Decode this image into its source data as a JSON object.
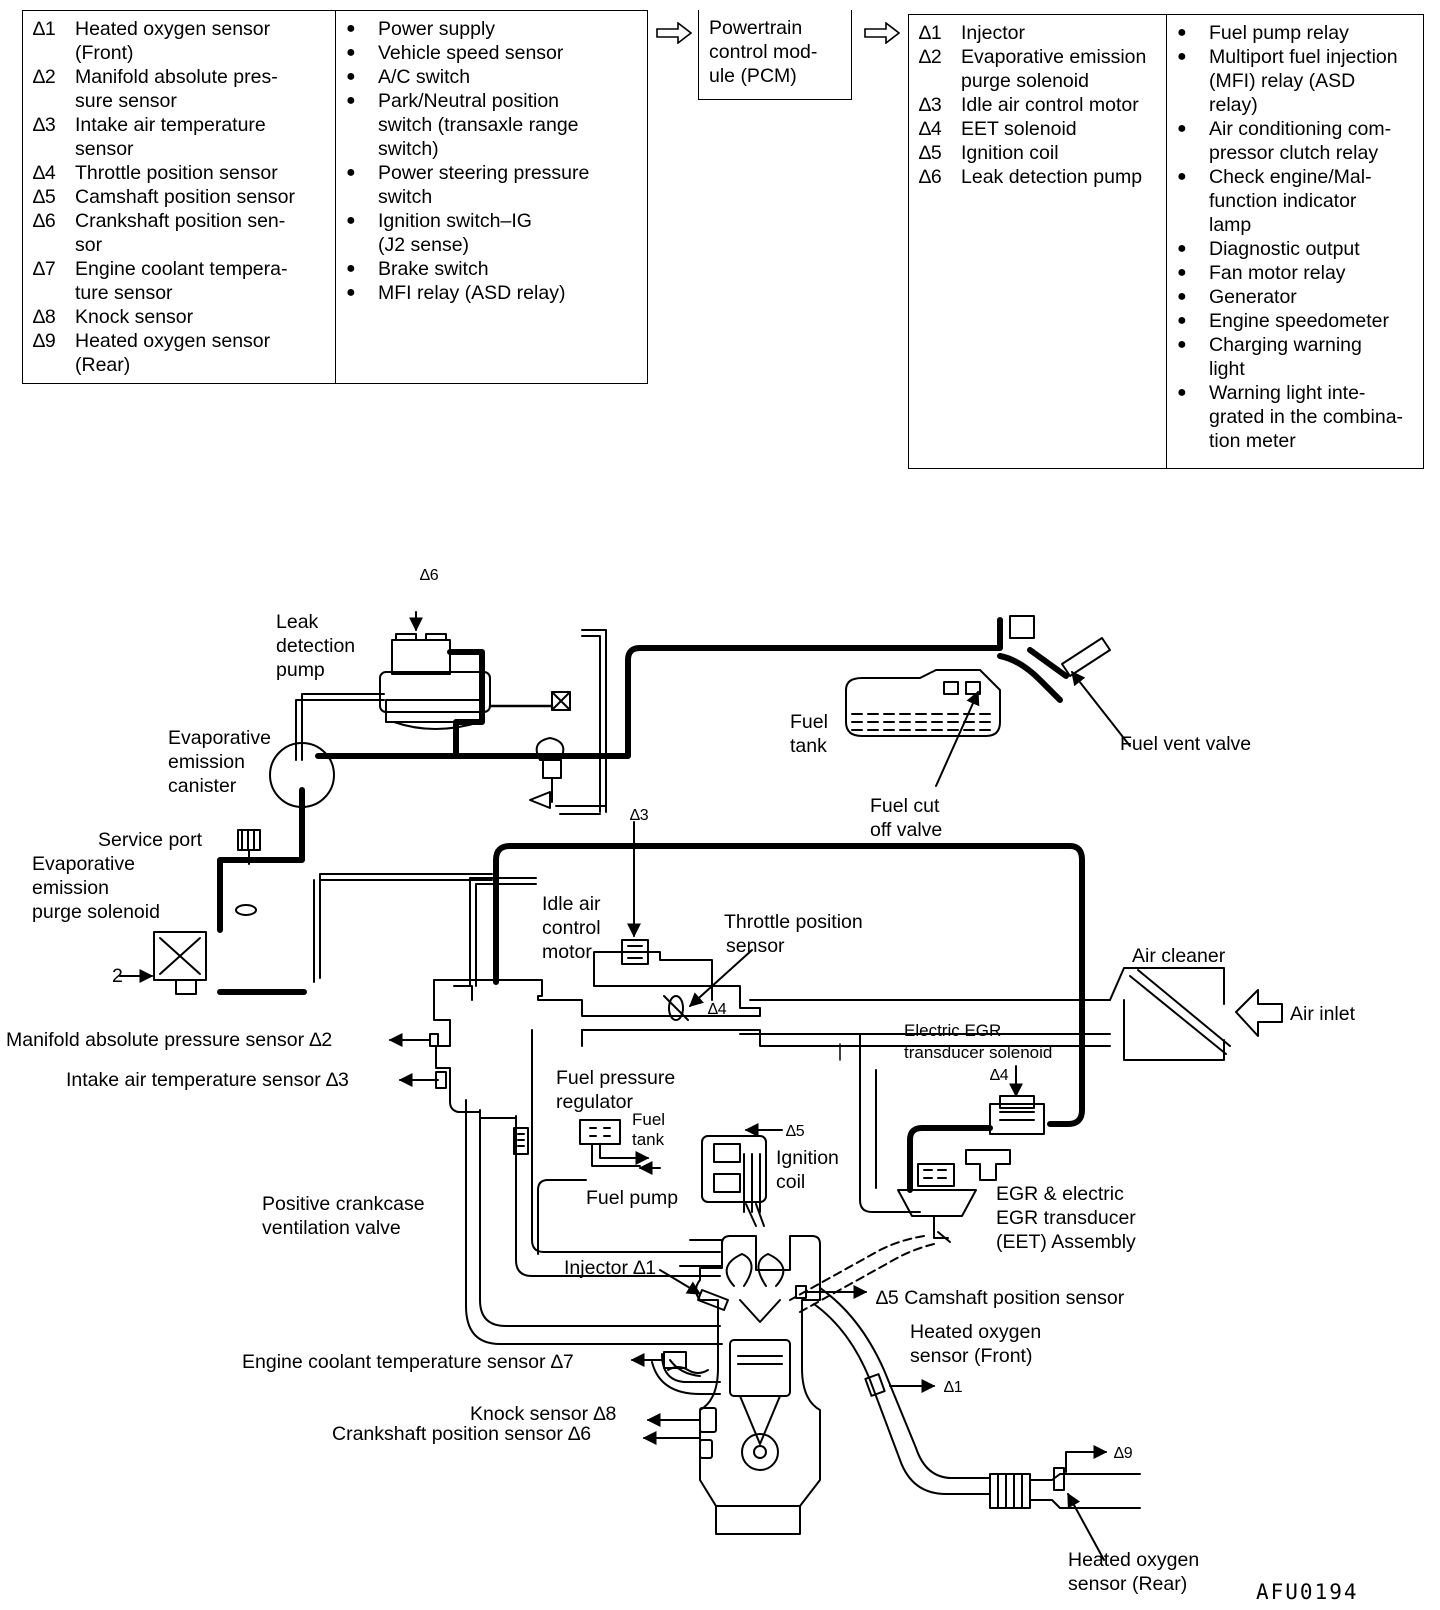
{
  "sensors": [
    {
      "tag": "∆1",
      "lines": [
        "Heated oxygen sensor",
        "(Front)"
      ]
    },
    {
      "tag": "∆2",
      "lines": [
        "Manifold absolute pres-",
        "sure sensor"
      ]
    },
    {
      "tag": "∆3",
      "lines": [
        "Intake air temperature",
        "sensor"
      ]
    },
    {
      "tag": "∆4",
      "lines": [
        "Throttle position sensor"
      ]
    },
    {
      "tag": "∆5",
      "lines": [
        "Camshaft position sensor"
      ]
    },
    {
      "tag": "∆6",
      "lines": [
        "Crankshaft position sen-",
        "sor"
      ]
    },
    {
      "tag": "∆7",
      "lines": [
        "Engine coolant tempera-",
        "ture sensor"
      ]
    },
    {
      "tag": "∆8",
      "lines": [
        "Knock sensor"
      ]
    },
    {
      "tag": "∆9",
      "lines": [
        "Heated oxygen sensor",
        "(Rear)"
      ]
    }
  ],
  "inputs": [
    {
      "lines": [
        "Power supply"
      ]
    },
    {
      "lines": [
        "Vehicle speed sensor"
      ]
    },
    {
      "lines": [
        "A/C switch"
      ]
    },
    {
      "lines": [
        "Park/Neutral position",
        "switch (transaxle range",
        "switch)"
      ]
    },
    {
      "lines": [
        "Power steering pressure",
        "switch"
      ]
    },
    {
      "lines": [
        "Ignition switch–IG",
        "(J2 sense)"
      ]
    },
    {
      "lines": [
        "Brake switch"
      ]
    },
    {
      "lines": [
        "MFI relay (ASD relay)"
      ]
    }
  ],
  "pcm": {
    "lines": [
      "Powertrain",
      "control mod-",
      "ule (PCM)"
    ]
  },
  "actuators": [
    {
      "tag": "∆1",
      "lines": [
        "Injector"
      ]
    },
    {
      "tag": "∆2",
      "lines": [
        "Evaporative emission",
        "purge solenoid"
      ]
    },
    {
      "tag": "∆3",
      "lines": [
        "Idle air control motor"
      ]
    },
    {
      "tag": "∆4",
      "lines": [
        "EET solenoid"
      ]
    },
    {
      "tag": "∆5",
      "lines": [
        "Ignition coil"
      ]
    },
    {
      "tag": "∆6",
      "lines": [
        "Leak detection pump"
      ]
    }
  ],
  "outputs": [
    {
      "lines": [
        "Fuel pump relay"
      ]
    },
    {
      "lines": [
        "Multiport fuel injection",
        "(MFI) relay (ASD",
        "relay)"
      ]
    },
    {
      "lines": [
        "Air conditioning com-",
        "pressor clutch relay"
      ]
    },
    {
      "lines": [
        "Check engine/Mal-",
        "function indicator",
        "lamp"
      ]
    },
    {
      "lines": [
        "Diagnostic output"
      ]
    },
    {
      "lines": [
        "Fan motor relay"
      ]
    },
    {
      "lines": [
        "Generator"
      ]
    },
    {
      "lines": [
        "Engine speedometer"
      ]
    },
    {
      "lines": [
        "Charging warning",
        "light"
      ]
    },
    {
      "lines": [
        "Warning light inte-",
        "grated in the combina-",
        "tion meter"
      ]
    }
  ],
  "bullet": "●",
  "labels": {
    "star6_top": "∆6",
    "leak_pump": [
      "Leak",
      "detection",
      "pump"
    ],
    "canister": [
      "Evaporative",
      "emission",
      "canister"
    ],
    "service_port": "Service port",
    "purge_solenoid": [
      "Evaporative",
      "emission",
      "purge solenoid"
    ],
    "two": "2",
    "fuel_tank": [
      "Fuel",
      "tank"
    ],
    "fuel_vent": "Fuel vent valve",
    "fuel_cut": [
      "Fuel cut",
      "off valve"
    ],
    "star3_top": "∆3",
    "iac_motor": [
      "Idle air",
      "control",
      "motor"
    ],
    "tps": [
      "Throttle position",
      "sensor"
    ],
    "star4_tps": "∆4",
    "air_cleaner": "Air cleaner",
    "air_inlet": "Air inlet",
    "map_sensor": "Manifold absolute pressure sensor ∆2",
    "iat_sensor": "Intake air temperature sensor ∆3",
    "egr_solenoid": [
      "Electric EGR",
      "transducer solenoid"
    ],
    "star4_egr": "∆4",
    "fpr": [
      "Fuel pressure",
      "regulator"
    ],
    "fuel_tank_small": [
      "Fuel",
      "tank"
    ],
    "fuel_pump": "Fuel pump",
    "star5_coil": "∆5",
    "ign_coil": [
      "Ignition",
      "coil"
    ],
    "egr_assembly": [
      "EGR & electric",
      "EGR transducer",
      "(EET) Assembly"
    ],
    "pcv": [
      "Positive crankcase",
      "ventilation valve"
    ],
    "injector": "Injector ∆1",
    "cam_sensor": "∆5 Camshaft position sensor",
    "ho2_front": [
      "Heated oxygen",
      "sensor (Front)"
    ],
    "star1_o2": "∆1",
    "ect_sensor": "Engine coolant temperature sensor ∆7",
    "knock": "Knock sensor ∆8",
    "crank": "Crankshaft position sensor ∆6",
    "star9": "∆9",
    "ho2_rear": [
      "Heated oxygen",
      "sensor (Rear)"
    ],
    "code": "AFU0194"
  }
}
